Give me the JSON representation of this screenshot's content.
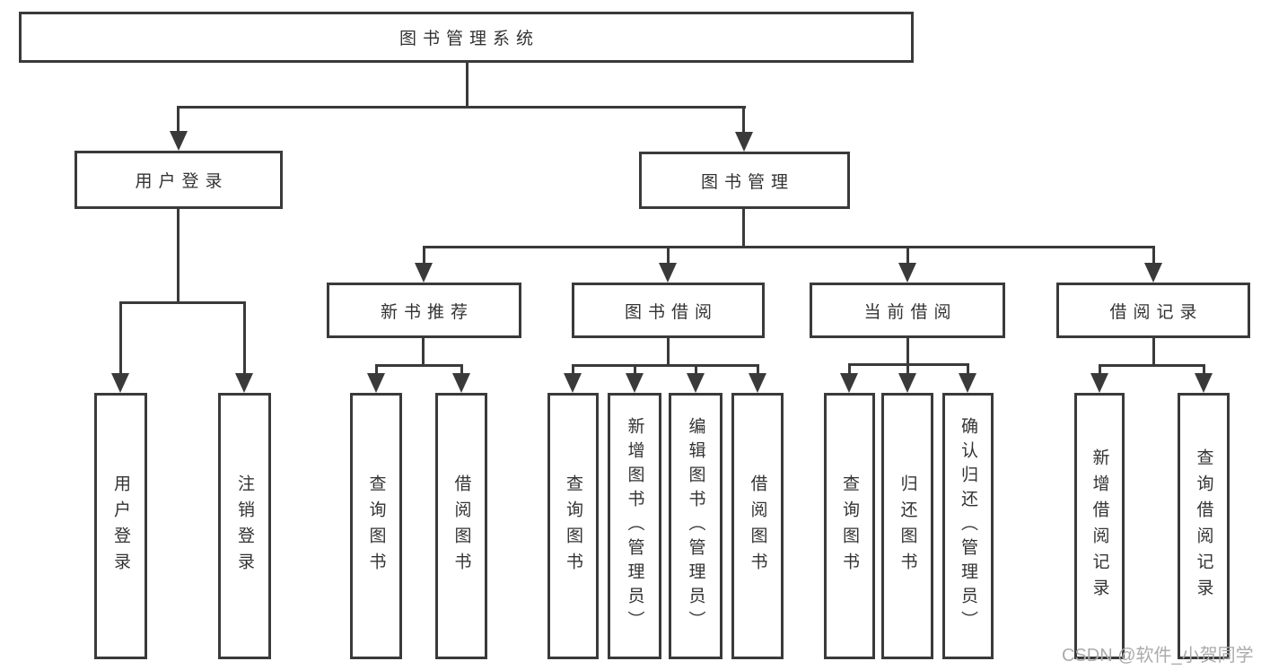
{
  "tree": {
    "root": "图书管理系统",
    "branches": [
      {
        "label": "用户登录",
        "children": [
          "用户登录",
          "注销登录"
        ]
      },
      {
        "label": "图书管理",
        "sections": [
          {
            "label": "新书推荐",
            "children": [
              "查询图书",
              "借阅图书"
            ]
          },
          {
            "label": "图书借阅",
            "children": [
              "查询图书",
              "新增图书（管理员）",
              "编辑图书（管理员）",
              "借阅图书"
            ]
          },
          {
            "label": "当前借阅",
            "children": [
              "查询图书",
              "归还图书",
              "确认归还（管理员）"
            ]
          },
          {
            "label": "借阅记录",
            "children": [
              "新增借阅记录",
              "查询借阅记录"
            ]
          }
        ]
      }
    ]
  },
  "watermark": "CSDN @软件_小贺同学",
  "colors": {
    "line": "#3a3a3a",
    "text": "#333333",
    "watermark": "#ababab",
    "background": "#ffffff"
  }
}
